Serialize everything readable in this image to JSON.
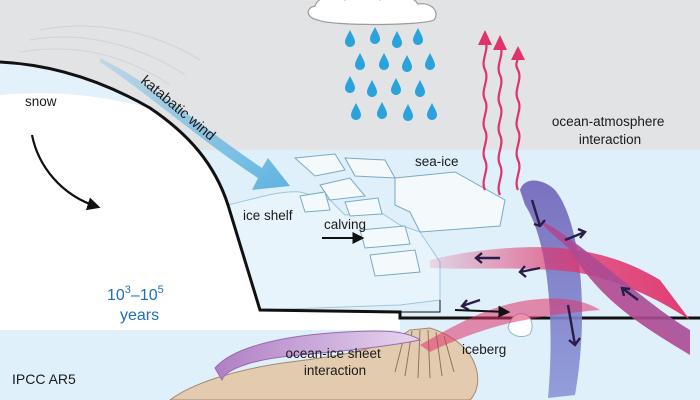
{
  "labels": {
    "snow": "snow",
    "katabatic_wind": "katabatic wind",
    "sea_ice": "sea-ice",
    "ice_shelf": "ice shelf",
    "calving": "calving",
    "ocean_atmosphere_line1": "ocean-atmosphere",
    "ocean_atmosphere_line2": "interaction",
    "iceberg": "iceberg",
    "ocean_ice_sheet_line1": "ocean-ice sheet",
    "ocean_ice_sheet_line2": "interaction",
    "timescale_base": "10",
    "timescale_exp1": "3",
    "timescale_dash": "–10",
    "timescale_exp2": "5",
    "timescale_unit": "years",
    "credit": "IPCC AR5"
  },
  "colors": {
    "sky": "#e2e3e5",
    "ocean": "#dff0fa",
    "ice_sheet": "#ffffff",
    "ice_shelf": "#e8f4fb",
    "bedrock": "#e3cbb0",
    "label_blue": "#1f6fb5",
    "rain": "#2aa3dc",
    "warm_current": "#e0336b",
    "cold_current": "#5b6bc0",
    "evaporation": "#e0336b",
    "wind": "#5fb3e0",
    "meltwater": "#b07fc4"
  },
  "icons": {
    "cloud": "cloud-icon",
    "rain": "raindrop-icon",
    "evaporation": "wavy-arrow-up-icon",
    "circulation": "curved-arrow-icon"
  }
}
